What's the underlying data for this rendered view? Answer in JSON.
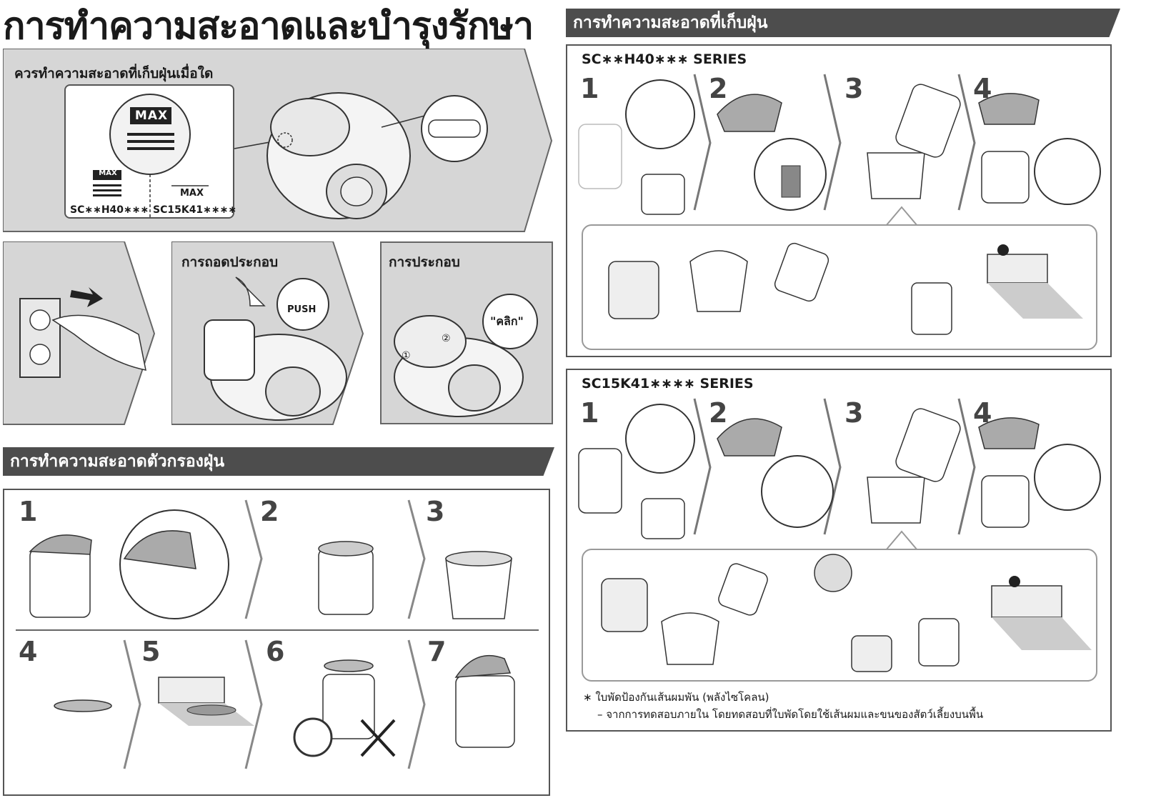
{
  "main_title": "การทำความสะอาดและบำรุงรักษา",
  "when_panel": {
    "title": "ควรทำความสะอาดที่เก็บฝุ่นเมื่อใด",
    "max_label": "MAX",
    "model_a": "SC∗∗H40∗∗∗",
    "model_b": "SC15K41∗∗∗∗"
  },
  "detach_panel": {
    "title": "การถอดประกอบ",
    "push_label": "PUSH"
  },
  "assemble_panel": {
    "title": "การประกอบ",
    "click_label": "\"คลิก\"",
    "step_1": "①",
    "step_2": "②"
  },
  "filter_section": {
    "title": "การทำความสะอาดตัวกรองฝุ่น",
    "steps": [
      "1",
      "2",
      "3",
      "4",
      "5",
      "6",
      "7"
    ]
  },
  "bin_section": {
    "title": "การทำความสะอาดที่เก็บฝุ่น",
    "series_a": {
      "label": "SC∗∗H40∗∗∗ SERIES",
      "steps": [
        "1",
        "2",
        "3",
        "4"
      ]
    },
    "series_b": {
      "label": "SC15K41∗∗∗∗ SERIES",
      "steps": [
        "1",
        "2",
        "3",
        "4"
      ]
    },
    "note_line_1": "∗ ใบพัดป้องกันเส้นผมพัน (พลังไซโคลน)",
    "note_line_2": "– จากการทดสอบภายใน โดยทดสอบที่ใบพัดโดยใช้เส้นผมและขนของสัตว์เลี้ยงบนพื้น"
  },
  "colors": {
    "panel_grey": "#d6d6d6",
    "bar_grey": "#4d4d4d",
    "border": "#555555"
  }
}
